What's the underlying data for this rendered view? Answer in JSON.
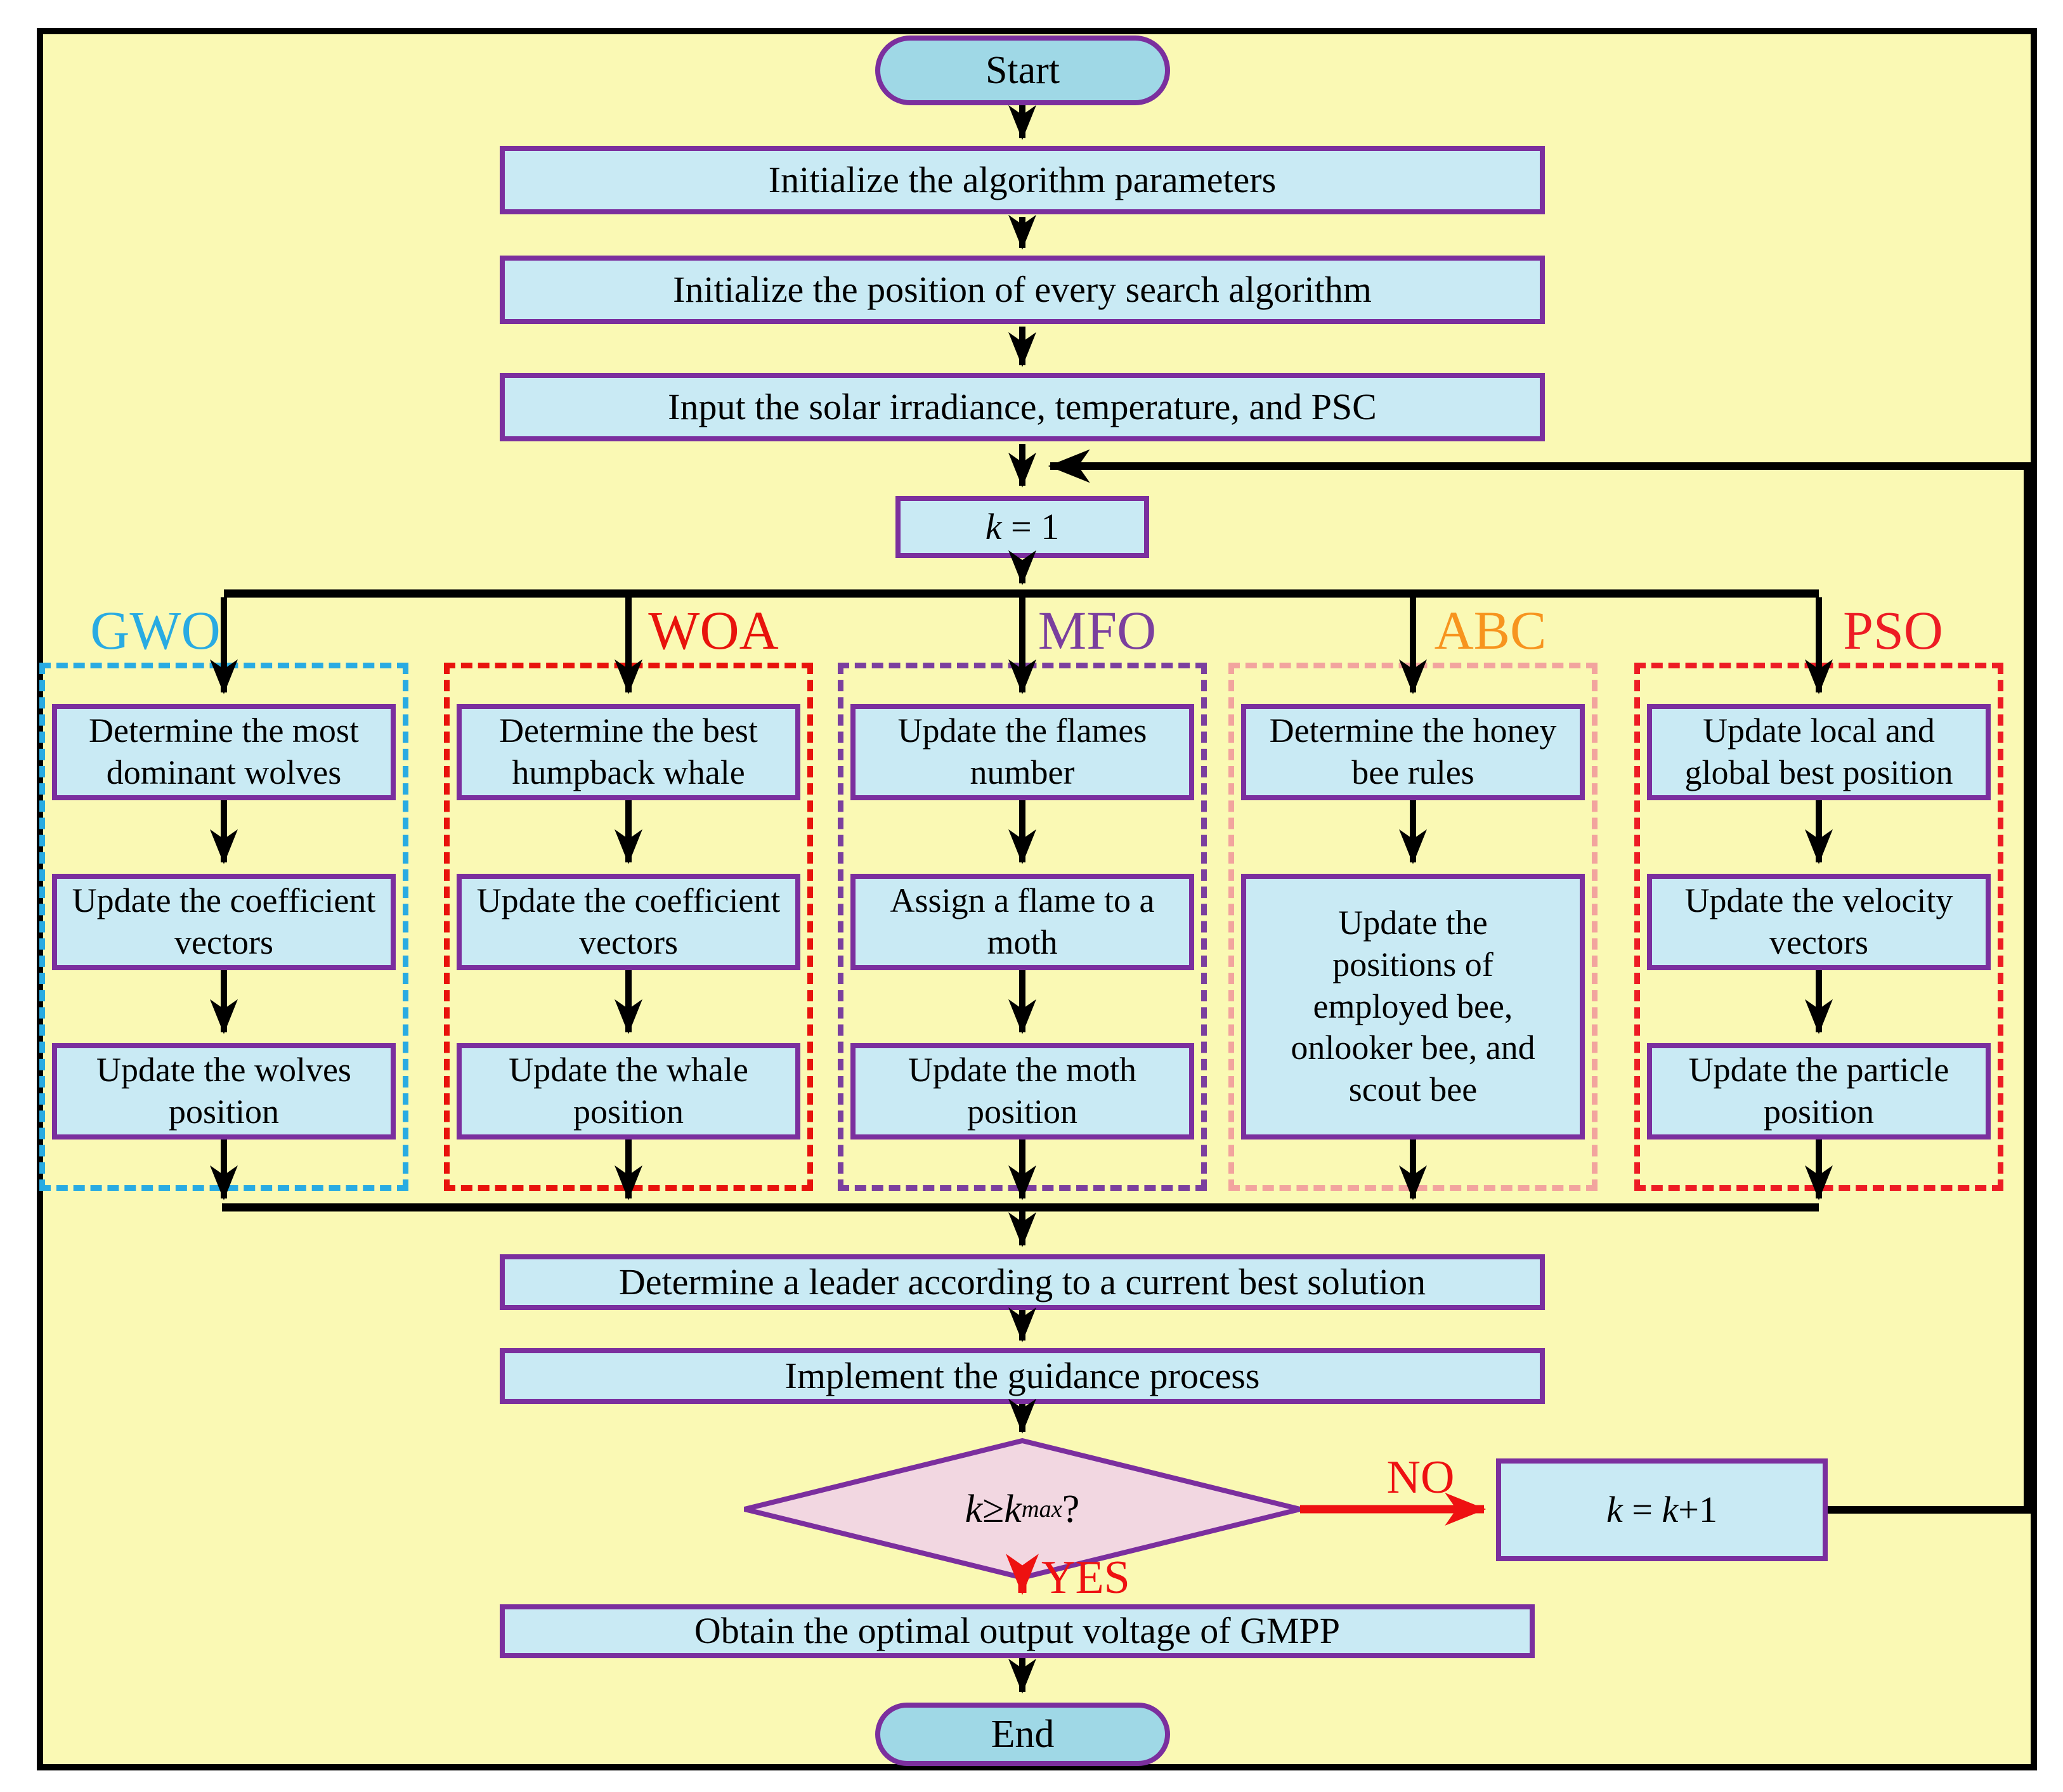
{
  "colors": {
    "background": "#FAF9B4",
    "box_fill": "#C9EAF4",
    "terminal_fill": "#9FD8E6",
    "diamond_fill": "#F2D7E1",
    "border_purple": "#7B2F9E",
    "arrow_black": "#000000",
    "arrow_red": "#EE1111"
  },
  "nodes": {
    "start": "Start",
    "init_params": "Initialize the algorithm parameters",
    "init_position": "Initialize the position of every search algorithm",
    "input_solar": "Input the solar irradiance, temperature, and PSC",
    "k_init": {
      "k": "k",
      "rest": " = 1"
    },
    "leader": "Determine a leader according to a current best solution",
    "guidance": "Implement the guidance process",
    "decision": {
      "k1": "k",
      "op": " ≥ ",
      "k2": "k",
      "sub": "max",
      "q": " ?"
    },
    "no_label": "NO",
    "yes_label": "YES",
    "k_inc": {
      "k": "k",
      "eq": " = ",
      "k2": "k",
      "plus": "+1"
    },
    "obtain": "Obtain the optimal output voltage of GMPP",
    "end": "End"
  },
  "branches": [
    {
      "label": "GWO",
      "color": "#29ABE2",
      "dash_color": "#29ABE2",
      "steps": [
        "Determine the most dominant wolves",
        "Update the coefficient vectors",
        "Update the wolves position"
      ]
    },
    {
      "label": "WOA",
      "color": "#E8130C",
      "dash_color": "#E8130C",
      "steps": [
        "Determine the best humpback whale",
        "Update the coefficient vectors",
        "Update the whale position"
      ]
    },
    {
      "label": "MFO",
      "color": "#7B3F9E",
      "dash_color": "#7B3F9E",
      "steps": [
        "Update the flames number",
        "Assign a flame to a moth",
        "Update the moth position"
      ]
    },
    {
      "label": "ABC",
      "color": "#F7941E",
      "dash_color": "#F2A49E",
      "steps": [
        "Determine the honey bee rules",
        "Update the positions of employed bee, onlooker bee, and scout bee"
      ]
    },
    {
      "label": "PSO",
      "color": "#ED1C24",
      "dash_color": "#ED1C24",
      "steps": [
        "Update local and global best position",
        "Update the velocity vectors",
        "Update the particle position"
      ]
    }
  ]
}
